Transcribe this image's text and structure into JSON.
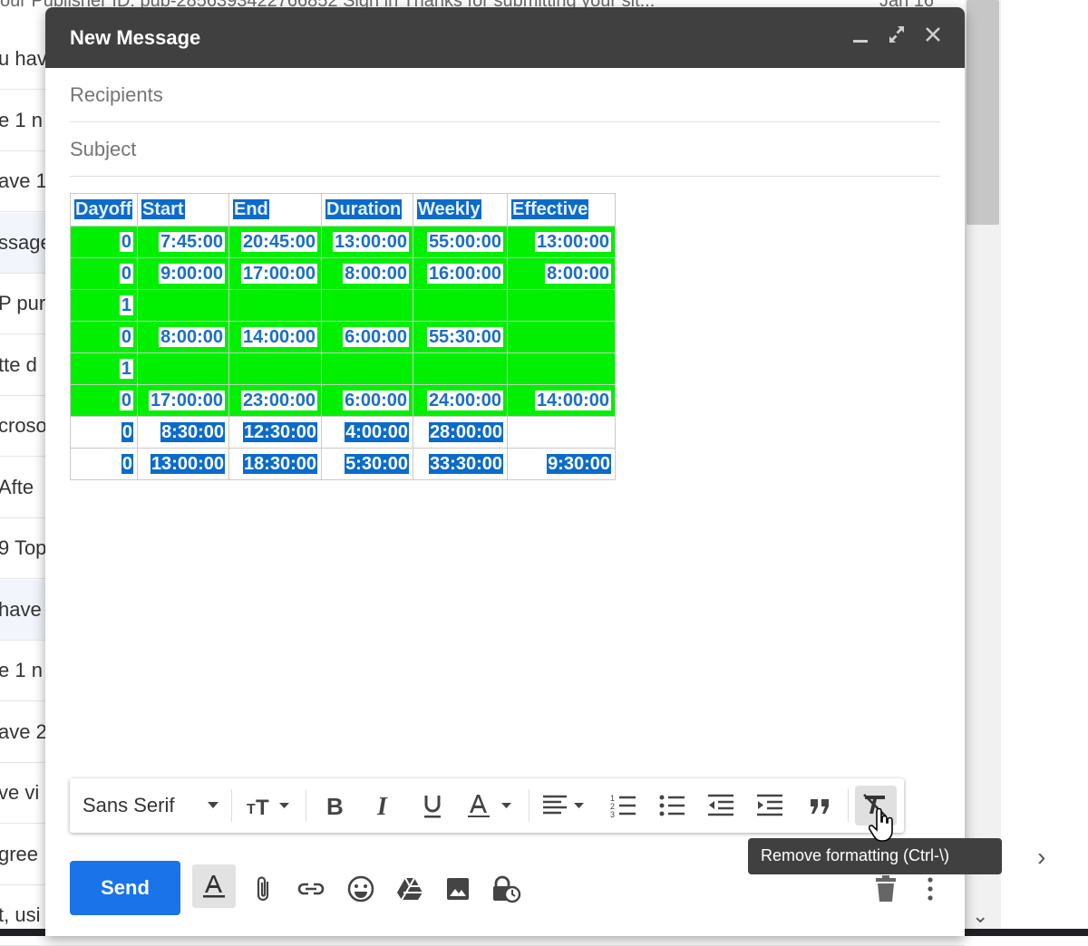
{
  "background": {
    "top_line": "our Publisher ID: pub-2856393422766852 Sign in Thanks for submitting your sit...",
    "top_date": "Jan 16",
    "rows": [
      "u hav",
      "e 1 n",
      "ave 1",
      "ssage",
      "P pur",
      "tte d",
      "croso",
      " Afte",
      "9 Top",
      " have",
      "e 1 n",
      "ave 2",
      "ve vi",
      " gree",
      "t, usi"
    ]
  },
  "compose": {
    "title": "New Message",
    "recipients_placeholder": "Recipients",
    "subject_placeholder": "Subject"
  },
  "table": {
    "headers": [
      "Dayoff",
      "Start",
      "End",
      "Duration",
      "Weekly",
      "Effective"
    ],
    "rows": [
      [
        "0",
        "7:45:00",
        "20:45:00",
        "13:00:00",
        "55:00:00",
        "13:00:00"
      ],
      [
        "0",
        "9:00:00",
        "17:00:00",
        "8:00:00",
        "16:00:00",
        "8:00:00"
      ],
      [
        "1",
        "",
        "",
        "",
        "",
        ""
      ],
      [
        "0",
        "8:00:00",
        "14:00:00",
        "6:00:00",
        "55:30:00",
        ""
      ],
      [
        "1",
        "",
        "",
        "",
        "",
        ""
      ],
      [
        "0",
        "17:00:00",
        "23:00:00",
        "6:00:00",
        "24:00:00",
        "14:00:00"
      ],
      [
        "0",
        "8:30:00",
        "12:30:00",
        "4:00:00",
        "28:00:00",
        ""
      ],
      [
        "0",
        "13:00:00",
        "18:30:00",
        "5:30:00",
        "33:30:00",
        "9:30:00"
      ]
    ],
    "row_fill": [
      "green",
      "green",
      "green",
      "green",
      "green",
      "green",
      "white",
      "white"
    ]
  },
  "toolbar": {
    "font_family": "Sans Serif",
    "tooltip": "Remove formatting (Ctrl-\\)"
  },
  "bottom_bar": {
    "send_label": "Send"
  },
  "colors": {
    "header": "#404040",
    "send": "#1a73e8",
    "row_green": "#00f000",
    "selection": "#0b6bcb"
  }
}
